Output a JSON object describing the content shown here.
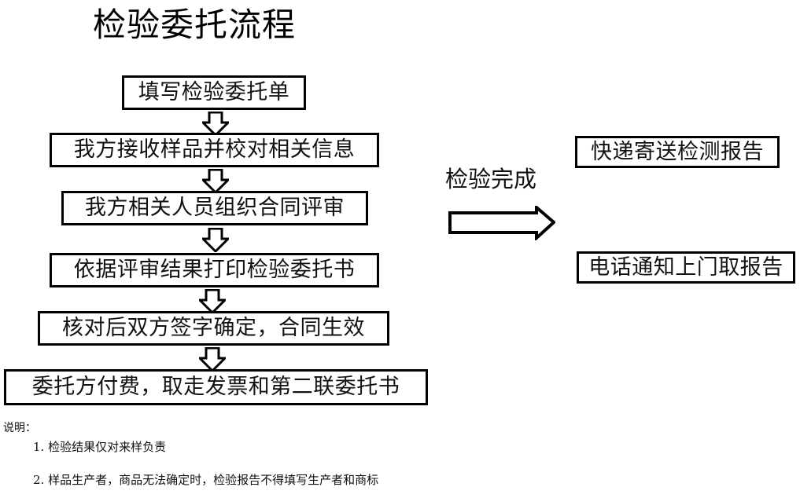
{
  "page": {
    "title": "检验委托流程"
  },
  "flow": {
    "steps": [
      {
        "id": "box-1",
        "label": "填写检验委托单"
      },
      {
        "id": "box-2",
        "label": "我方接收样品并校对相关信息"
      },
      {
        "id": "box-3",
        "label": "我方相关人员组织合同评审"
      },
      {
        "id": "box-4",
        "label": "依据评审结果打印检验委托书"
      },
      {
        "id": "box-5",
        "label": "核对后双方签字确定，合同生效"
      },
      {
        "id": "box-6",
        "label": "委托方付费，取走发票和第二联委托书"
      }
    ],
    "transition_label": "检验完成",
    "outcomes": [
      {
        "id": "box-r1",
        "label": "快递寄送检测报告"
      },
      {
        "id": "box-r2",
        "label": "电话通知上门取报告"
      }
    ],
    "connector_icons": [
      "down-block-arrow-icon",
      "down-block-arrow-icon",
      "down-block-arrow-icon",
      "down-block-arrow-icon",
      "down-block-arrow-icon",
      "right-block-arrow-icon"
    ]
  },
  "notes": {
    "heading": "说明：",
    "items": [
      "1. 检验结果仅对来样负责",
      "2. 样品生产者，商品无法确定时，检验报告不得填写生产者和商标"
    ]
  },
  "colors": {
    "stroke": "#000000",
    "background": "#ffffff",
    "text": "#111111"
  }
}
